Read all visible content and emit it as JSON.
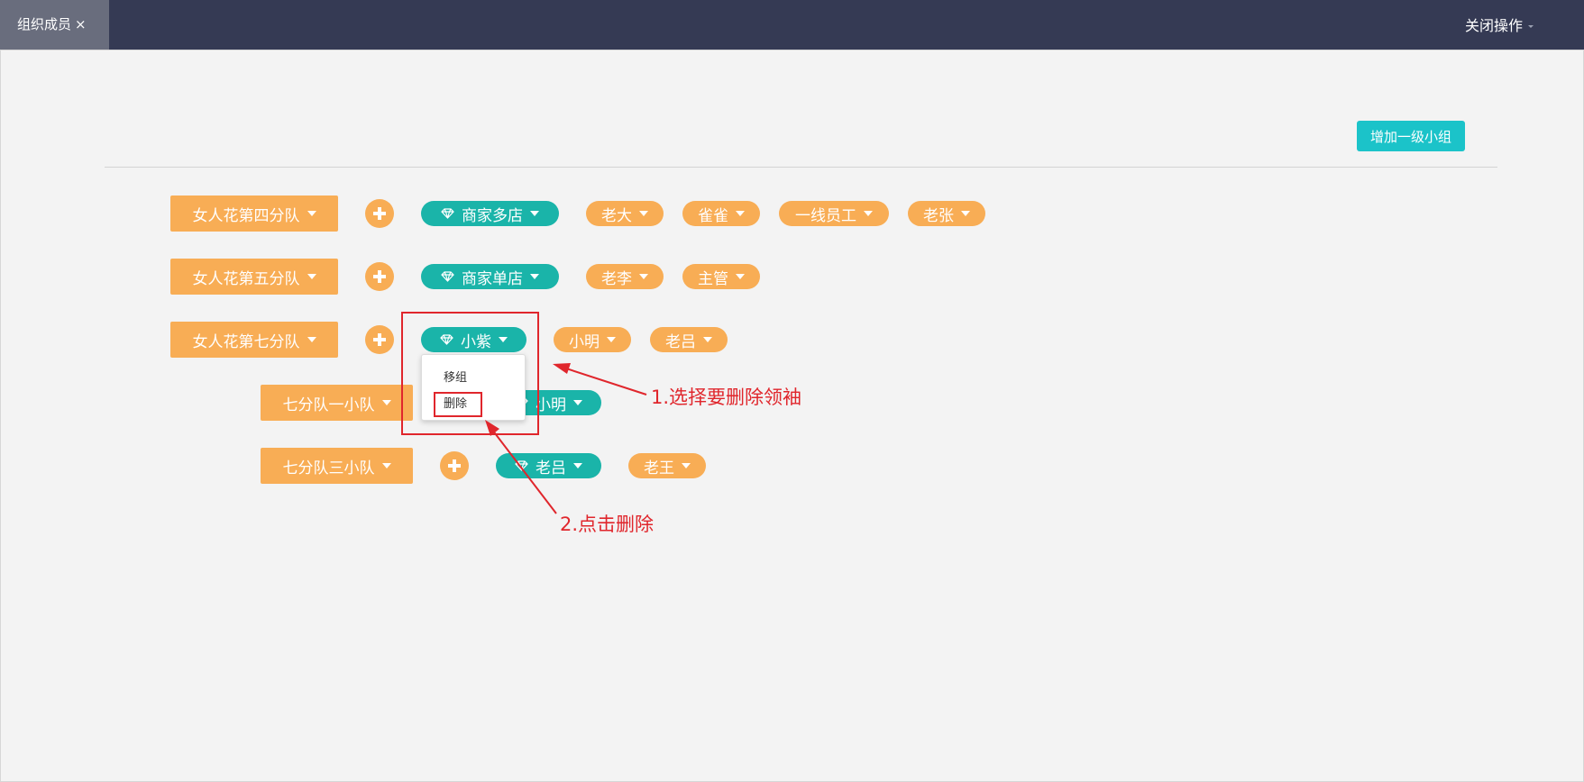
{
  "topbar": {
    "tab_label": "组织成员",
    "tab_close": "×",
    "close_ops_label": "关闭操作"
  },
  "toolbar": {
    "add_group_label": "增加一级小组"
  },
  "groups": [
    {
      "name": "女人花第四分队",
      "leader": "商家多店",
      "members": [
        "老大",
        "雀雀",
        "一线员工",
        "老张"
      ]
    },
    {
      "name": "女人花第五分队",
      "leader": "商家单店",
      "members": [
        "老李",
        "主管"
      ]
    },
    {
      "name": "女人花第七分队",
      "leader": "小紫",
      "members": [
        "小明",
        "老吕"
      ]
    },
    {
      "name": "七分队一小队",
      "leader": "小明",
      "members": []
    },
    {
      "name": "七分队三小队",
      "leader": "老吕",
      "members": [
        "老王"
      ]
    }
  ],
  "dropdown": {
    "items": [
      "移组",
      "删除"
    ]
  },
  "annotations": {
    "step1": "1.选择要删除领袖",
    "step2": "2.点击删除",
    "color": "#e0262c"
  },
  "colors": {
    "topbar": "#353a54",
    "tab_active": "#696d7d",
    "group_orange": "#f8ad55",
    "leader_teal": "#1ab4a9",
    "add_button": "#1bc3c9"
  },
  "icons": {
    "leader_icon": "diamond-icon",
    "add_member": "plus-circle-icon",
    "dropdown": "caret-down-icon"
  }
}
